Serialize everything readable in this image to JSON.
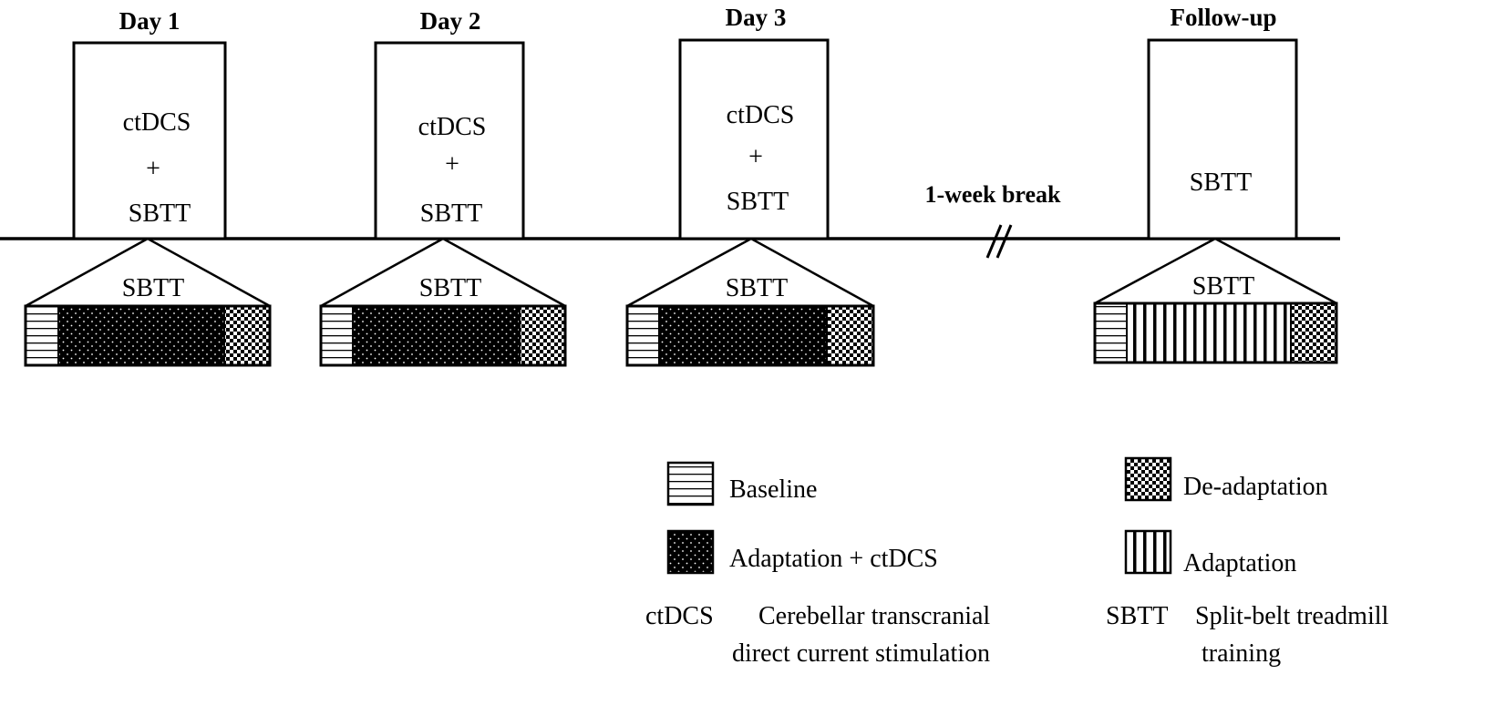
{
  "sessions": [
    {
      "title": "Day 1",
      "box_lines": [
        "ctDCS",
        "+",
        "SBTT"
      ],
      "bar_label": "SBTT",
      "middle_phase": "adaptation_ctdcs"
    },
    {
      "title": "Day 2",
      "box_lines": [
        "ctDCS",
        "+",
        "SBTT"
      ],
      "bar_label": "SBTT",
      "middle_phase": "adaptation_ctdcs"
    },
    {
      "title": "Day 3",
      "box_lines": [
        "ctDCS",
        "+",
        "SBTT"
      ],
      "bar_label": "SBTT",
      "middle_phase": "adaptation_ctdcs"
    },
    {
      "title": "Follow-up",
      "box_lines": [
        "SBTT"
      ],
      "bar_label": "SBTT",
      "middle_phase": "adaptation"
    }
  ],
  "break_label": "1-week break",
  "legend": {
    "baseline": "Baseline",
    "adaptation_ctdcs": "Adaptation + ctDCS",
    "deadaptation": "De-adaptation",
    "adaptation": "Adaptation"
  },
  "abbreviations": [
    {
      "abbr": "ctDCS",
      "lines": [
        "Cerebellar transcranial",
        "direct current stimulation"
      ]
    },
    {
      "abbr": "SBTT",
      "lines": [
        "Split-belt treadmill",
        "training"
      ]
    }
  ],
  "colors": {
    "ink": "#000000",
    "paper": "#ffffff"
  }
}
